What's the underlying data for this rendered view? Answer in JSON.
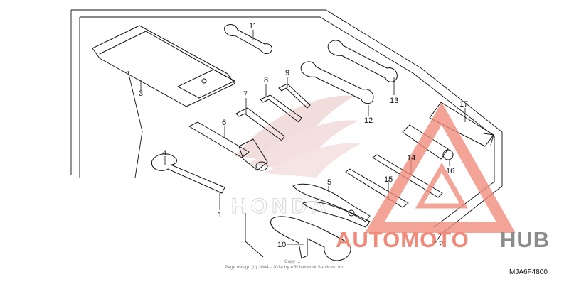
{
  "callouts": {
    "c1": "1",
    "c2": "2",
    "c3": "3",
    "c4": "4",
    "c5": "5",
    "c6": "6",
    "c7": "7",
    "c8": "8",
    "c9": "9",
    "c10": "10",
    "c11": "11",
    "c12": "12",
    "c13": "13",
    "c14": "14",
    "c15": "15",
    "c16": "16",
    "c17": "17"
  },
  "diagram_code": "MJA6F4800",
  "copyright": {
    "line1": "Copy ...",
    "line2": "Page design (c) 2004 - 2014 by ARI Network Services, Inc."
  },
  "brand_mark": "HONDA",
  "watermark": {
    "part1": "AUTOMOTO",
    "part2": "HUB",
    "color_primary": "#f08a7a",
    "color_secondary": "#8c8c8c"
  }
}
